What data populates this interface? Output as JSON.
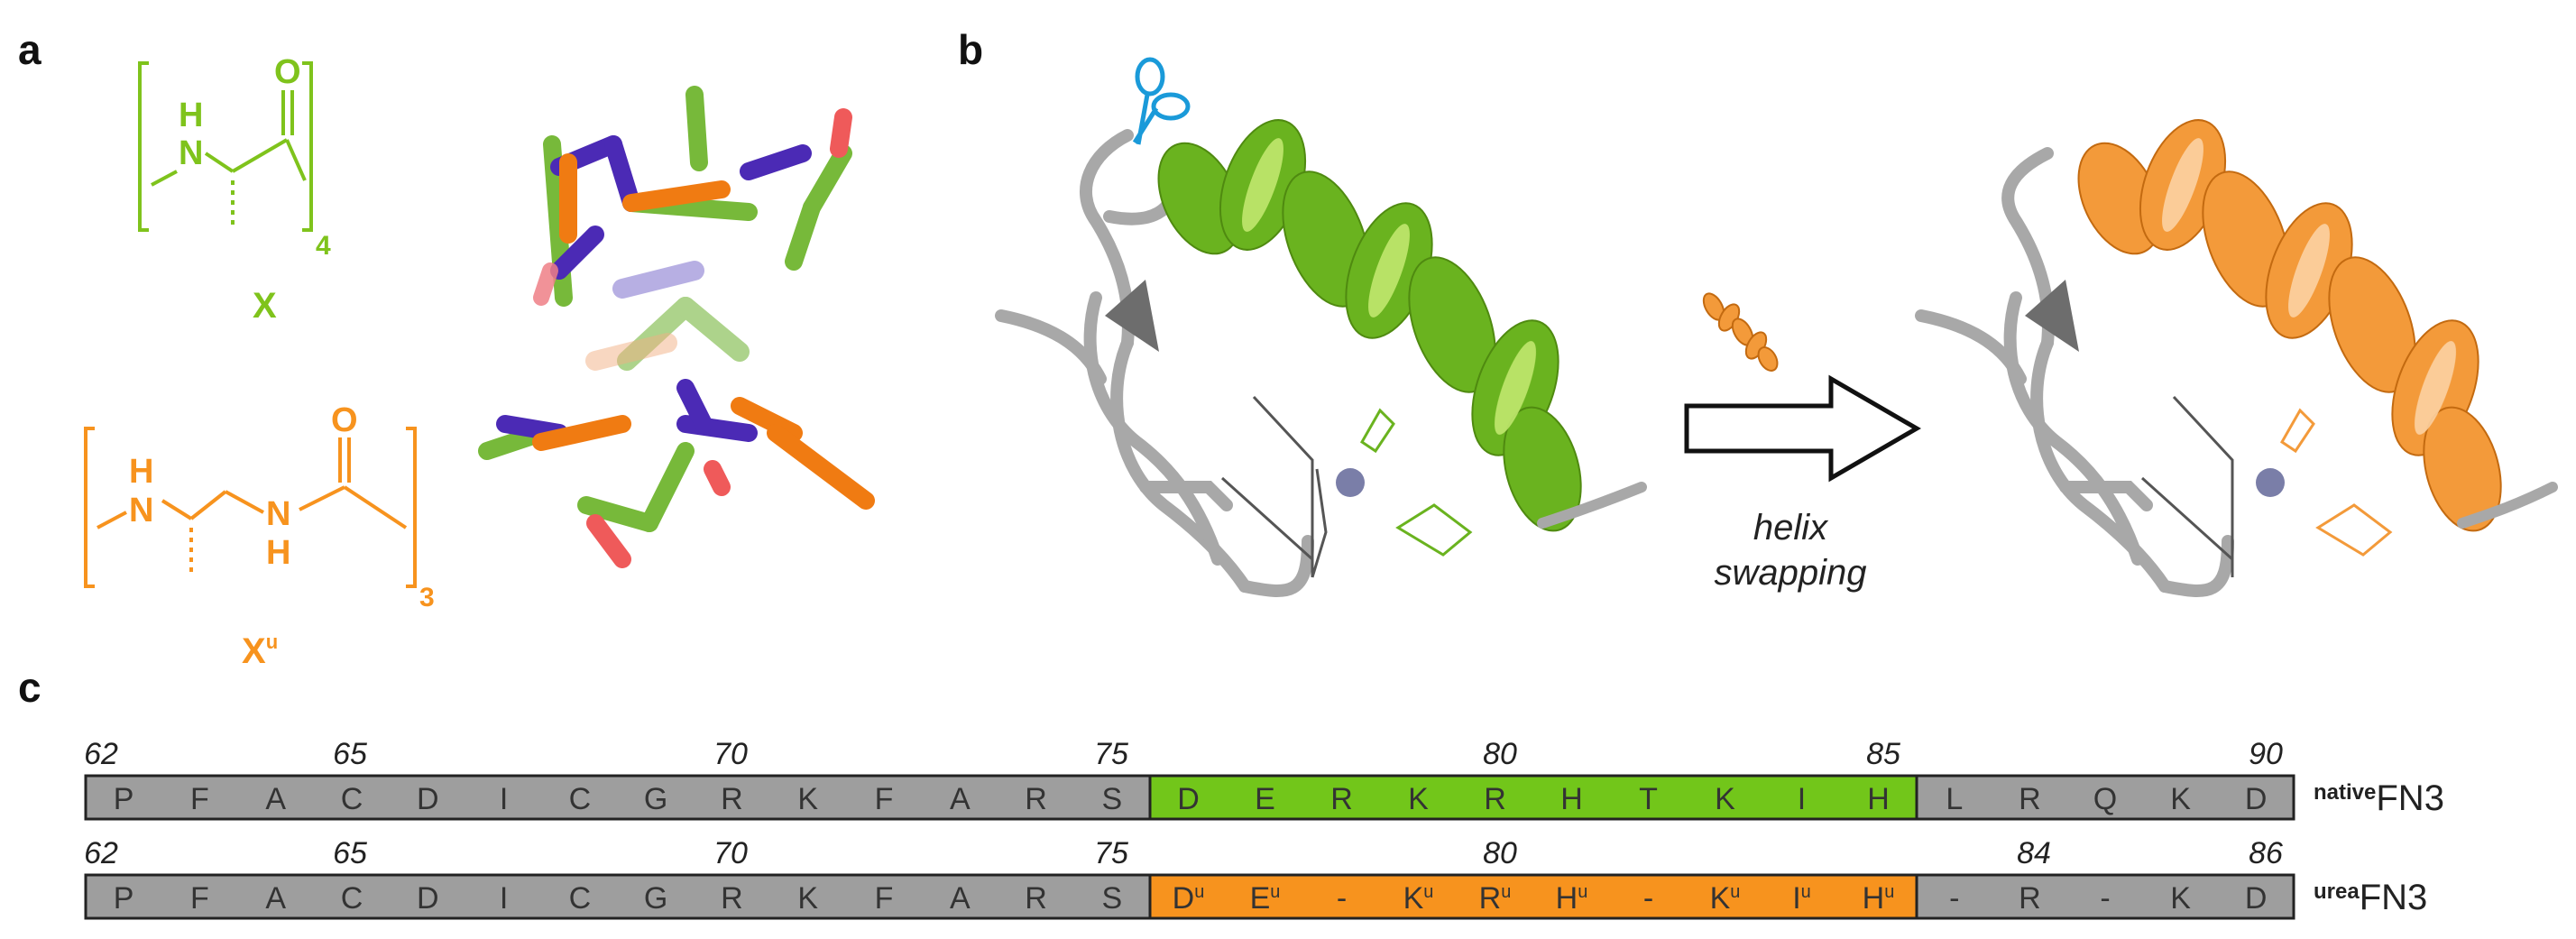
{
  "panels": {
    "a": "a",
    "b": "b",
    "c": "c"
  },
  "chemistry": {
    "native_unit": {
      "atoms": [
        "H",
        "N",
        "O"
      ],
      "repeat": "4",
      "label": "X",
      "color": "#7fc31c"
    },
    "urea_unit": {
      "atoms": [
        "H",
        "N",
        "N",
        "H",
        "O"
      ],
      "repeat": "3",
      "label": "X",
      "label_sup": "u",
      "color": "#f7931e"
    }
  },
  "helix_swap": {
    "label_line1": "helix",
    "label_line2": "swapping"
  },
  "sequences": {
    "native": {
      "label_sup": "native",
      "label": "FN3",
      "numbers": [
        "62",
        "65",
        "70",
        "75",
        "80",
        "85",
        "90"
      ],
      "left": [
        "P",
        "F",
        "A",
        "C",
        "D",
        "I",
        "C",
        "G",
        "R",
        "K",
        "F",
        "A",
        "R",
        "S"
      ],
      "helix": [
        "D",
        "E",
        "R",
        "K",
        "R",
        "H",
        "T",
        "K",
        "I",
        "H"
      ],
      "right": [
        "L",
        "R",
        "Q",
        "K",
        "D"
      ]
    },
    "urea": {
      "label_sup": "urea",
      "label": "FN3",
      "numbers": [
        "62",
        "65",
        "70",
        "75",
        "80",
        "84",
        "86"
      ],
      "left": [
        "P",
        "F",
        "A",
        "C",
        "D",
        "I",
        "C",
        "G",
        "R",
        "K",
        "F",
        "A",
        "R",
        "S"
      ],
      "helix": [
        "D",
        "E",
        "-",
        "K",
        "R",
        "H",
        "-",
        "K",
        "I",
        "H"
      ],
      "helix_sup": [
        "u",
        "u",
        "",
        "u",
        "u",
        "u",
        "",
        "u",
        "u",
        "u"
      ],
      "right": [
        "-",
        "R",
        "-",
        "K",
        "D"
      ]
    }
  },
  "colors": {
    "native_helix": "#72c61a",
    "urea_helix": "#f7931e",
    "grey_box": "#9e9e9e",
    "border": "#222222"
  }
}
